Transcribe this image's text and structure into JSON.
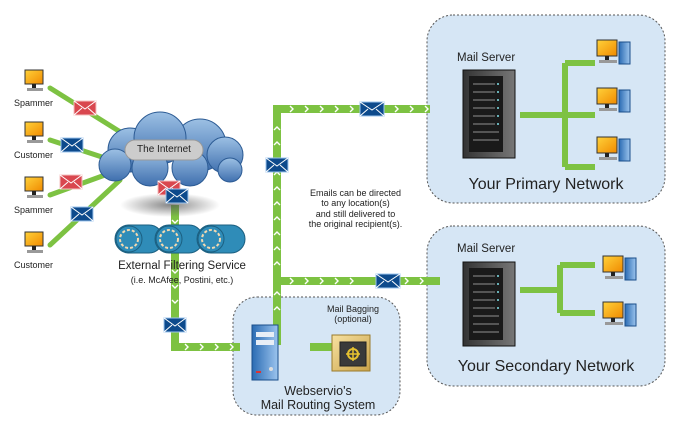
{
  "diagram": {
    "senders": [
      {
        "label": "Spammer",
        "envelope": "spam"
      },
      {
        "label": "Customer",
        "envelope": "legit"
      },
      {
        "label": "Spammer",
        "envelope": "spam"
      },
      {
        "label": "Customer",
        "envelope": "legit"
      }
    ],
    "internet": {
      "label": "The Internet"
    },
    "filtering": {
      "title": "External Filtering Service",
      "subtitle": "(i.e. McAfee, Postini, etc.)"
    },
    "routing": {
      "title_line1": "Webservio's",
      "title_line2": "Mail Routing System"
    },
    "bagging": {
      "line1": "Mail Bagging",
      "line2": "(optional)"
    },
    "note": {
      "lines": [
        "Emails can be directed",
        "to any location(s)",
        "and still delivered to",
        "the original recipient(s)."
      ]
    },
    "primary": {
      "server_label": "Mail Server",
      "network_label": "Your Primary Network",
      "clients": 3
    },
    "secondary": {
      "server_label": "Mail Server",
      "network_label": "Your Secondary Network",
      "clients": 2
    },
    "colors": {
      "line_green": "#7dc242",
      "network_bg": "#d6e6f5",
      "network_border": "#555555",
      "envelope_legit": "#0d4a8c",
      "envelope_spam": "#d9474f",
      "cloud": "#5c8bc4"
    }
  }
}
